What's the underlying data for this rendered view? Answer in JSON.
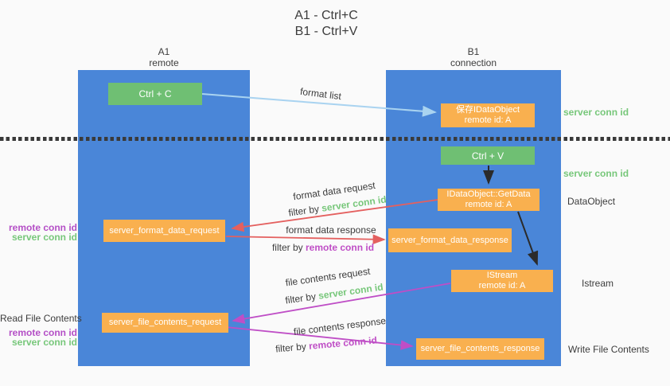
{
  "title": {
    "line1": "A1 - Ctrl+C",
    "line2": "B1 - Ctrl+V"
  },
  "lanes": {
    "left": {
      "name": "A1",
      "subtitle": "remote"
    },
    "right": {
      "name": "B1",
      "subtitle": "connection"
    }
  },
  "nodes": {
    "ctrl_c": {
      "label": "Ctrl + C"
    },
    "save_idataobject": {
      "line1": "保存IDataObject",
      "line2": "remote id: A"
    },
    "ctrl_v": {
      "label": "Ctrl + V"
    },
    "getdata": {
      "line1": "IDataObject::GetData",
      "line2": "remote id: A"
    },
    "format_request": {
      "label": "server_format_data_request"
    },
    "format_response": {
      "label": "server_format_data_response"
    },
    "istream": {
      "line1": "IStream",
      "line2": "remote id: A"
    },
    "file_request": {
      "label": "server_file_contents_request"
    },
    "file_response": {
      "label": "server_file_contents_response"
    }
  },
  "side_labels": {
    "server_conn_id_top": "server conn id",
    "server_conn_id_mid": "server conn id",
    "dataobject": "DataObject",
    "istream": "Istream",
    "write_file_contents": "Write File Contents",
    "read_file_contents": "Read File Contents",
    "left_remote_conn_id_1": "remote conn id",
    "left_server_conn_id_1": "server conn id",
    "left_remote_conn_id_2": "remote conn id",
    "left_server_conn_id_2": "server conn id"
  },
  "arrow_labels": {
    "format_list": "format list",
    "format_data_request": "format data request",
    "format_data_request_filter_prefix": "filter by",
    "format_data_request_filter_key": "server conn id",
    "format_data_response": "format data response",
    "format_data_response_filter_prefix": "filter by",
    "format_data_response_filter_key": "remote conn id",
    "file_contents_request": "file contents request",
    "file_contents_request_filter_prefix": "filter by",
    "file_contents_request_filter_key": "server conn id",
    "file_contents_response": "file contents response",
    "file_contents_response_filter_prefix": "filter by",
    "file_contents_response_filter_key": "remote conn id"
  },
  "colors": {
    "lane_blue": "#4a86d8",
    "node_orange": "#f9b04f",
    "node_green": "#6fbf73",
    "arrow_red": "#e4605f",
    "arrow_magenta": "#bf4ec6",
    "arrow_lightblue": "#a9d3f0",
    "arrow_black": "#2b2b2b",
    "text_green": "#77c77a",
    "text_purple": "#b44fc6",
    "text_dark": "#3c3c3c",
    "dotted_line": "#3a3a3a"
  }
}
